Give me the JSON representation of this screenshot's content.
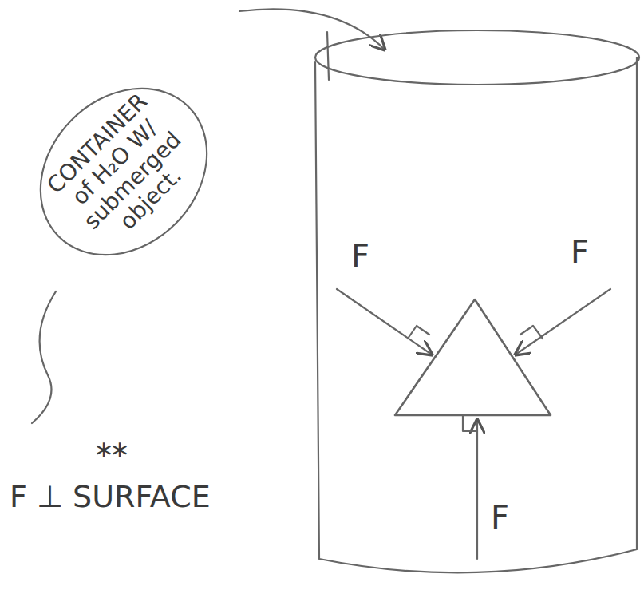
{
  "diagram": {
    "nodes": [
      {
        "text": [
          "CONTAINER of H₂O W/ submerged object."
        ]
      }
    ],
    "labels": [
      "F",
      "F",
      "F",
      "**",
      "F ⊥ SURFACE"
    ]
  }
}
